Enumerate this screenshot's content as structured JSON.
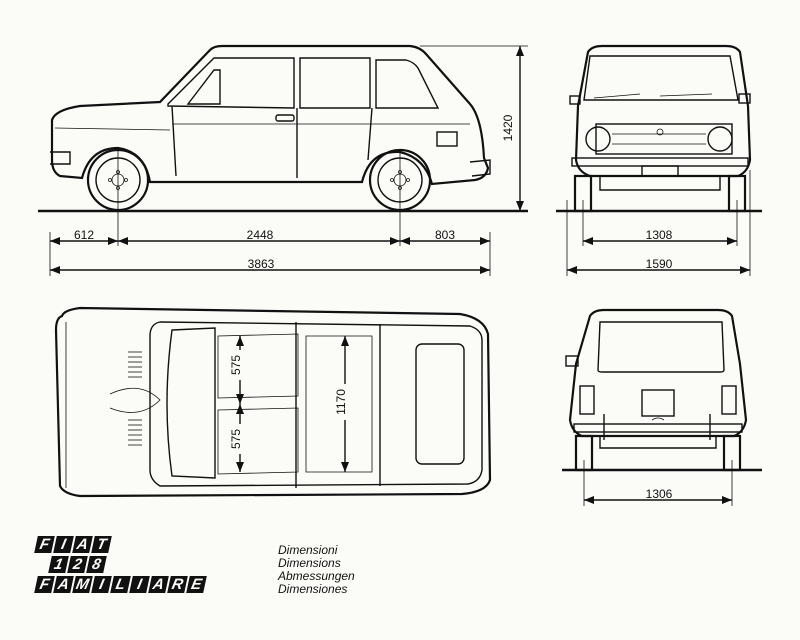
{
  "logo": {
    "rows": [
      [
        "F",
        "I",
        "A",
        "T"
      ],
      [
        "1",
        "2",
        "8"
      ],
      [
        "F",
        "A",
        "M",
        "I",
        "L",
        "I",
        "A",
        "R",
        "E"
      ]
    ]
  },
  "legend": {
    "languages": [
      "Dimensioni",
      "Dimensions",
      "Abmessungen",
      "Dimensiones"
    ]
  },
  "dimensions": {
    "front_overhang": "612",
    "wheelbase": "2448",
    "rear_overhang": "803",
    "overall_length": "3863",
    "height": "1420",
    "front_track": "1308",
    "overall_width": "1590",
    "rear_track": "1306",
    "seat_front": "575",
    "seat_rear": "575",
    "interior_width": "1170"
  }
}
